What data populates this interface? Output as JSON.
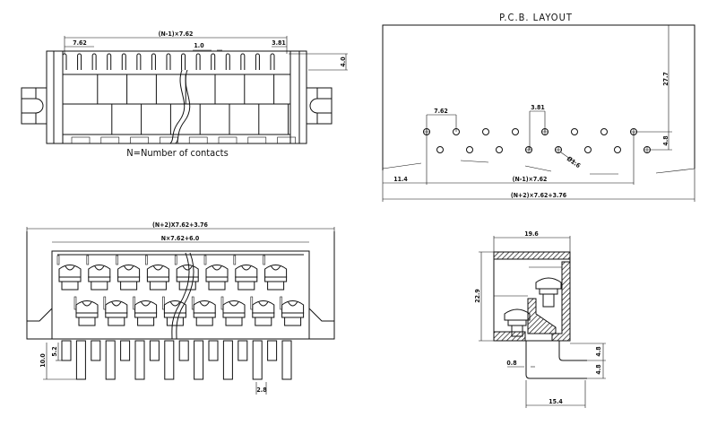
{
  "top_view": {
    "dim_overall": "(N-1)×7.62",
    "dim_pitch": "7.62",
    "dim_pin_width": "1.0",
    "dim_offset": "3.81",
    "dim_pin_height": "4.0",
    "note": "N=Number of contacts"
  },
  "pcb_layout": {
    "title": "P.C.B.  LAYOUT",
    "dim_pitch": "7.62",
    "dim_offset": "3.81",
    "dim_height": "27.7",
    "dim_row_gap": "4.8",
    "dim_hole": "Ø1.6",
    "dim_margin": "11.4",
    "dim_span": "(N-1)×7.62",
    "dim_overall": "(N+2)×7.62+3.76"
  },
  "front_view": {
    "dim_overall": "(N+2)X7.62+3.76",
    "dim_body": "N×7.62+6.0",
    "dim_pin_long": "10.0",
    "dim_pin_short": "5.2",
    "dim_pin_width": "2.8"
  },
  "side_view": {
    "dim_width": "19.6",
    "dim_height": "22.9",
    "dim_row_gap_1": "4.8",
    "dim_row_gap_2": "4.8",
    "dim_pin": "0.8",
    "dim_depth": "15.4"
  }
}
